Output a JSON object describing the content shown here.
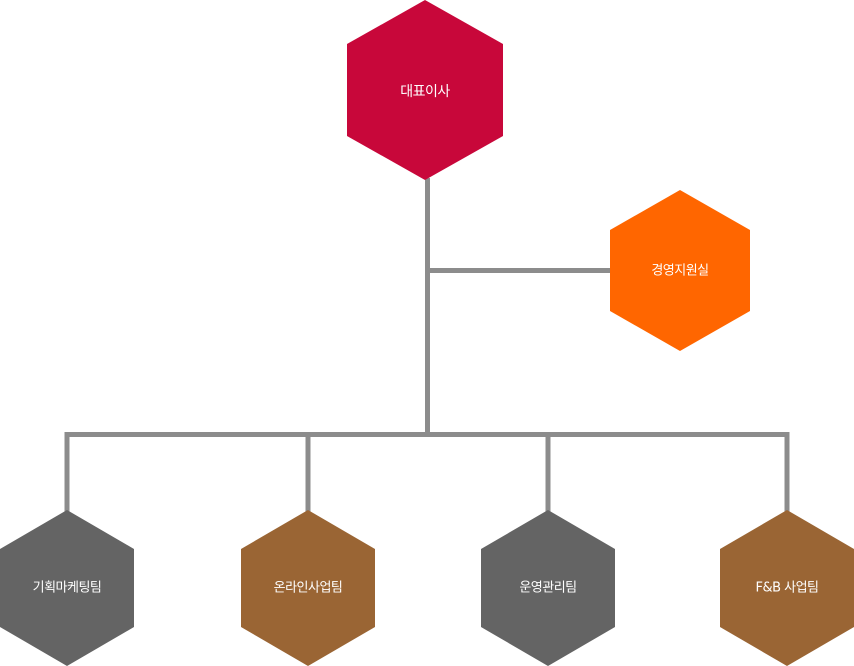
{
  "diagram": {
    "type": "org-chart",
    "colors": {
      "ceo": "#C8073A",
      "support": "#FF6600",
      "gray_team": "#646464",
      "brown_team": "#9A6534",
      "connector": "#8C8C8C",
      "label": "#FFFFFF"
    },
    "root": {
      "label": "대표이사",
      "color_key": "ceo"
    },
    "staff": {
      "label": "경영지원실",
      "color_key": "support"
    },
    "teams": [
      {
        "label": "기획마케팅팀",
        "color_key": "gray_team"
      },
      {
        "label": "온라인사업팀",
        "color_key": "brown_team"
      },
      {
        "label": "운영관리팀",
        "color_key": "gray_team"
      },
      {
        "label": "F&B 사업팀",
        "color_key": "brown_team"
      }
    ]
  }
}
